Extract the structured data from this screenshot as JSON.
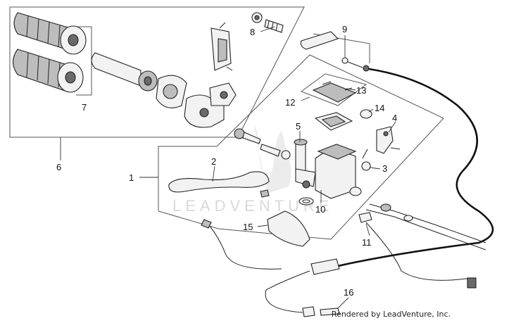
{
  "callouts": {
    "c1": "1",
    "c2": "2",
    "c3": "3",
    "c4": "4",
    "c5": "5",
    "c6": "6",
    "c7": "7",
    "c8": "8",
    "c9": "9",
    "c10": "10",
    "c11": "11",
    "c12": "12",
    "c13": "13",
    "c14": "14",
    "c15": "15",
    "c16": "16"
  },
  "watermark": "LEADVENTURE",
  "credit": "Rendered by LeadVenture, Inc.",
  "colors": {
    "line": "#222222",
    "box": "#555555",
    "watermark": "#d9d9d9"
  }
}
